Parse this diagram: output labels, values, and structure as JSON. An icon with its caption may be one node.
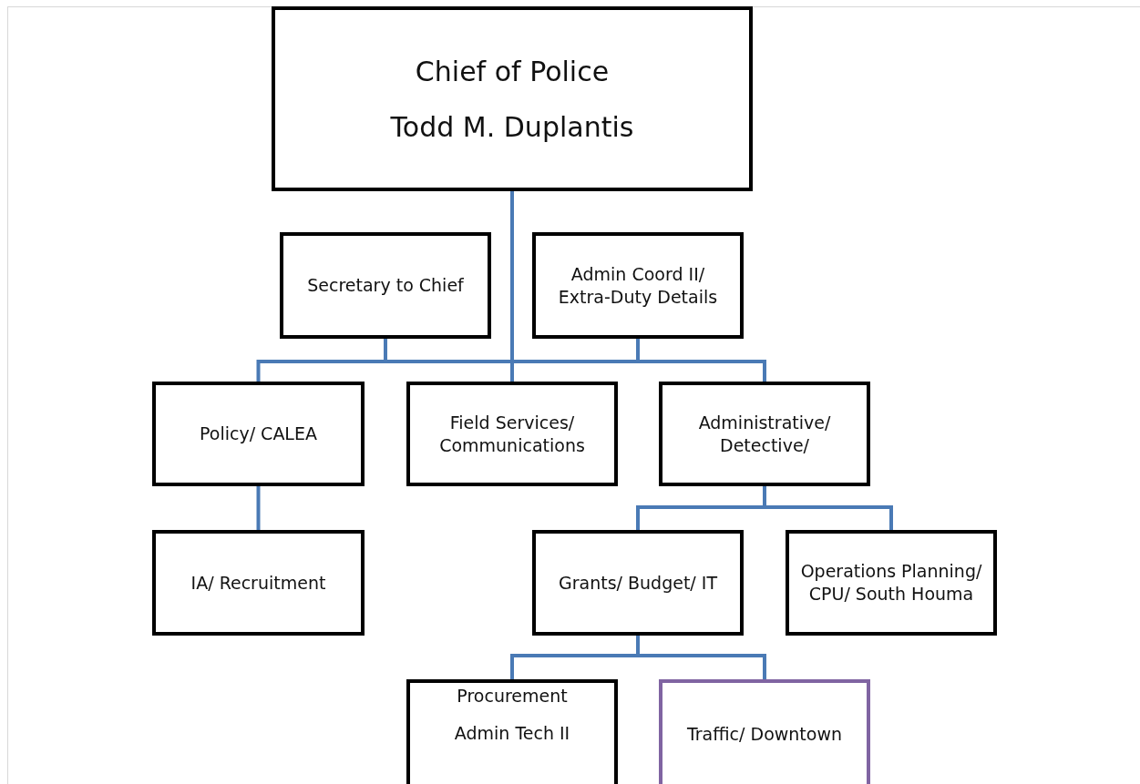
{
  "diagram": {
    "nodes": [
      {
        "text": [
          "Chief of Police",
          "Todd M. Duplantis"
        ]
      },
      {
        "text": [
          "Secretary to Chief"
        ]
      },
      {
        "text": [
          "Admin Coord II/ Extra-Duty Details"
        ]
      },
      {
        "text": [
          "Policy/ CALEA"
        ]
      },
      {
        "text": [
          "Field Services/ Communications"
        ]
      },
      {
        "text": [
          "Administrative/ Detective/"
        ]
      },
      {
        "text": [
          "IA/ Recruitment"
        ]
      },
      {
        "text": [
          "Grants/ Budget/ IT"
        ]
      },
      {
        "text": [
          "Operations Planning/ CPU/ South Houma"
        ]
      },
      {
        "text": [
          "Procurement",
          "Admin Tech II"
        ]
      },
      {
        "text": [
          "Traffic/ Downtown"
        ]
      }
    ],
    "edges": [
      {
        "from": 0,
        "to": 1,
        "arrow": "none"
      },
      {
        "from": 0,
        "to": 2,
        "arrow": "none"
      },
      {
        "from": 0,
        "to": 3,
        "arrow": "none"
      },
      {
        "from": 0,
        "to": 4,
        "arrow": "none"
      },
      {
        "from": 0,
        "to": 5,
        "arrow": "none"
      },
      {
        "from": 3,
        "to": 6,
        "arrow": "none"
      },
      {
        "from": 5,
        "to": 7,
        "arrow": "none"
      },
      {
        "from": 5,
        "to": 8,
        "arrow": "none"
      },
      {
        "from": 7,
        "to": 9,
        "arrow": "none"
      },
      {
        "from": 7,
        "to": 10,
        "arrow": "none"
      }
    ]
  }
}
